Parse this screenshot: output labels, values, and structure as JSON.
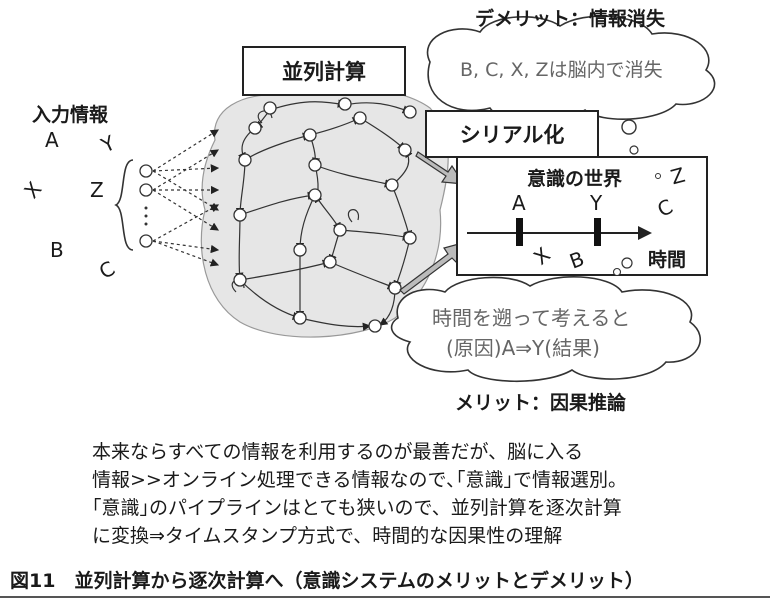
{
  "top_labels": {
    "demerit": "デメリット：情報消失",
    "cloud_top": "B, C, X, Zは脳内で消失",
    "parallel": "並列計算",
    "input": "入力情報",
    "serial": "シリアル化",
    "conscious_world": "意識の世界",
    "axis_time": "時間",
    "cloud_bottom_line1": "時間を遡って考えると",
    "cloud_bottom_line2": "(原因)A⇒Y(結果)",
    "merit": "メリット：因果推論"
  },
  "input_letters": [
    "A",
    "Y",
    "X",
    "Z",
    "B",
    "C"
  ],
  "world": {
    "marker_a": "A",
    "marker_y": "Y",
    "floating": [
      "Z",
      "C",
      "X",
      "B"
    ]
  },
  "body_lines": [
    "本来ならすべての情報を利用するのが最善だが、脳に入る",
    "情報>>オンライン処理できる情報なので､｢意識｣で情報選別。",
    "｢意識｣のパイプラインはとても狭いので、並列計算を逐次計算",
    "に変換⇒タイムスタンプ方式で、時間的な因果性の理解"
  ],
  "caption": "図11　並列計算から逐次計算へ（意識システムのメリットとデメリット）"
}
